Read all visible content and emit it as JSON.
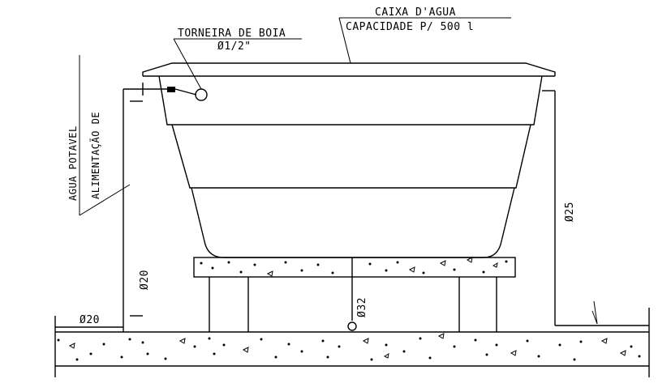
{
  "labels": {
    "caixa_title": "CAIXA D'AGUA",
    "caixa_capacity": "CAPACIDADE P/ 500 l",
    "torneira_title": "TORNEIRA DE BOIA",
    "torneira_size": "Ø1/2\"",
    "alimentacao_line1": "AGUA POTAVEL",
    "alimentacao_line2": "ALIMENTAÇÃO DE",
    "pipe_supply_vertical": "Ø20",
    "pipe_supply_horizontal": "Ø20",
    "pipe_drain": "Ø32",
    "pipe_overflow": "Ø25"
  },
  "colors": {
    "line": "#000000",
    "background": "#ffffff"
  }
}
